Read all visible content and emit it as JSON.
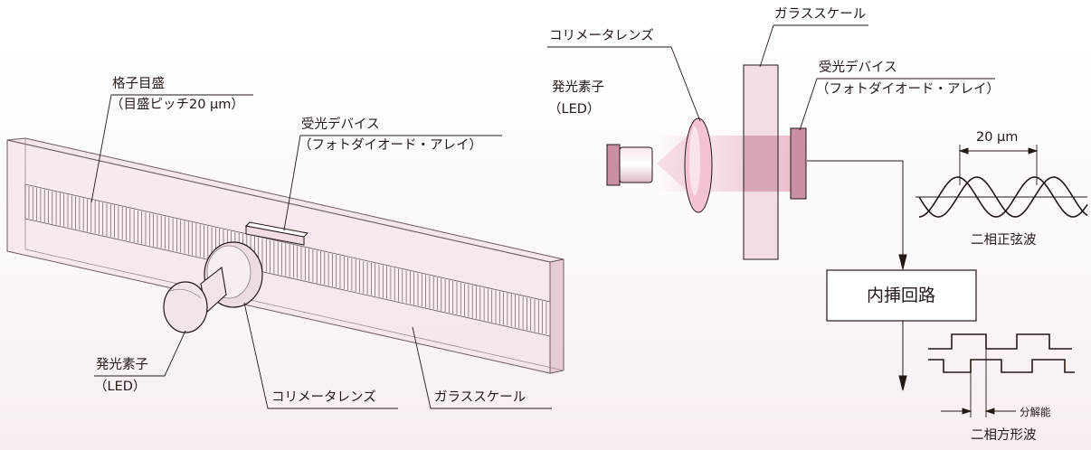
{
  "labels": {
    "grating": "格子目盛",
    "grating_sub": "（目盛ピッチ20 µm）",
    "receiver_left": "受光デバイス",
    "receiver_left_sub": "（フォトダイオード・アレイ）",
    "emitter_left": "発光素子",
    "emitter_left_sub": "（LED）",
    "collimator_left": "コリメータレンズ",
    "scale_left": "ガラススケール",
    "collimator_right": "コリメータレンズ",
    "emitter_right": "発光素子",
    "emitter_right_sub": "（LED）",
    "scale_right": "ガラススケール",
    "receiver_right": "受光デバイス",
    "receiver_right_sub": "（フォトダイオード・アレイ）",
    "pitch": "20 µm",
    "sine_caption": "二相正弦波",
    "interpolator": "内挿回路",
    "resolution": "分解能",
    "square_caption": "二相方形波"
  },
  "colors": {
    "line": "#231815",
    "glass": "#f3dde5",
    "glass_edge": "#6d5a60",
    "detector": "#c98fa4",
    "beam": "#eab6c6",
    "lens": "#f3c3d2",
    "led": "#e8cdd6"
  },
  "icons": [
    "led-icon",
    "collimator-lens-icon",
    "glass-scale-icon",
    "photodiode-icon",
    "sine-wave-icon",
    "square-wave-icon"
  ]
}
